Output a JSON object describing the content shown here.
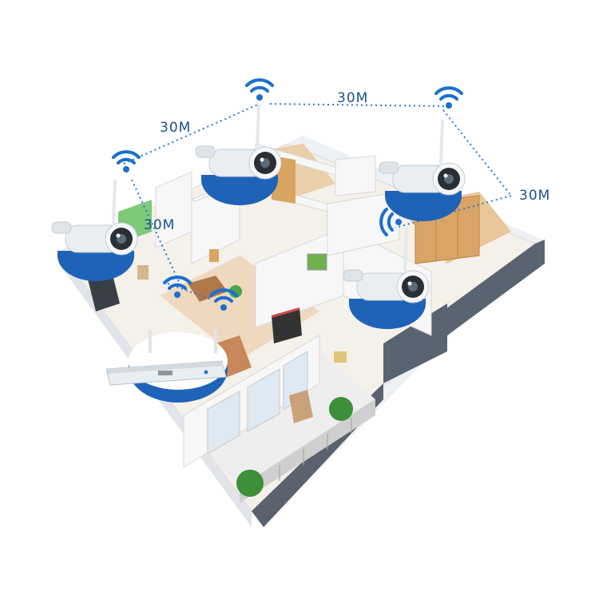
{
  "labels": {
    "top_left": "30M",
    "top_middle": "30M",
    "right": "30M",
    "left_middle": "30M"
  },
  "colors": {
    "link_line": "#2a78c8",
    "wifi_signal": "#1a6fd0",
    "camera_highlight": "#1e63b8",
    "camera_body": "#e9eef3"
  },
  "icons": [
    "wifi-signal-icon",
    "security-camera-icon",
    "nvr-recorder-icon"
  ]
}
